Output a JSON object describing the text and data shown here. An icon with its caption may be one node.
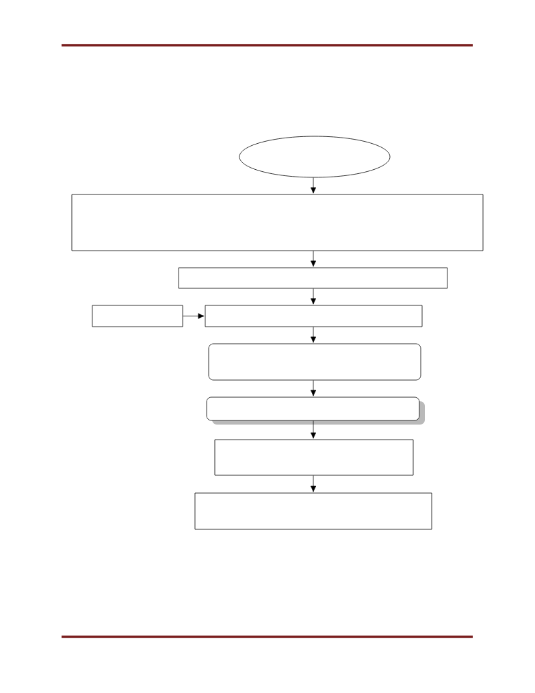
{
  "diagram": {
    "nodes": [
      {
        "text": [],
        "shape": "ellipse"
      },
      {
        "text": [],
        "shape": "box"
      },
      {
        "text": [],
        "shape": "box"
      },
      {
        "text": [],
        "shape": "box"
      },
      {
        "text": [],
        "shape": "box"
      },
      {
        "text": [],
        "shape": "rounded"
      },
      {
        "text": [],
        "shape": "rounded"
      },
      {
        "text": [],
        "shape": "box"
      },
      {
        "text": [],
        "shape": "box"
      }
    ],
    "edges": [
      {
        "from": 0,
        "to": 1,
        "arrow": "to"
      },
      {
        "from": 1,
        "to": 2,
        "arrow": "to"
      },
      {
        "from": 2,
        "to": 4,
        "arrow": "to"
      },
      {
        "from": 3,
        "to": 4,
        "arrow": "to"
      },
      {
        "from": 4,
        "to": 5,
        "arrow": "to"
      },
      {
        "from": 5,
        "to": 6,
        "arrow": "to"
      },
      {
        "from": 6,
        "to": 7,
        "arrow": "to"
      },
      {
        "from": 7,
        "to": 8,
        "arrow": "to"
      }
    ]
  }
}
